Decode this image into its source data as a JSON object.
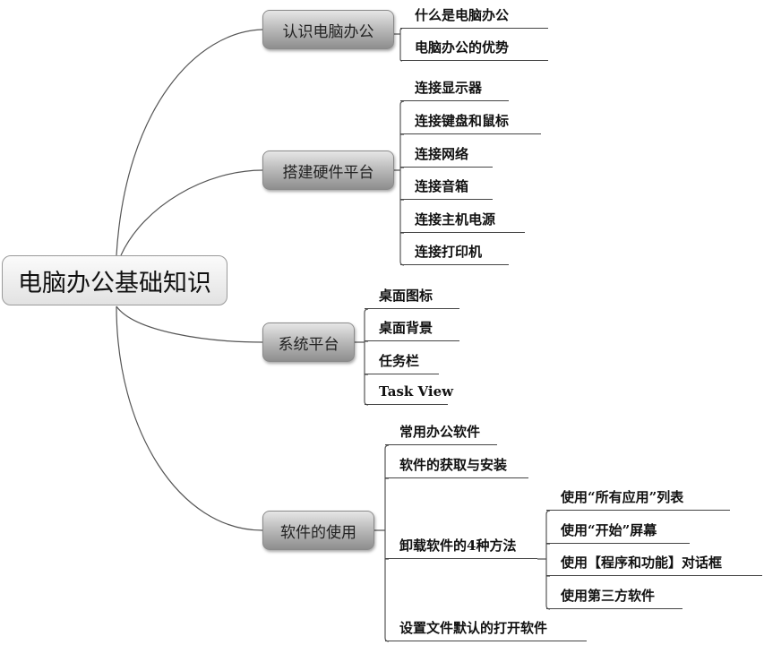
{
  "root": "电脑办公基础知识",
  "branches": [
    {
      "label": "认识电脑办公",
      "children": [
        "什么是电脑办公",
        "电脑办公的优势"
      ]
    },
    {
      "label": "搭建硬件平台",
      "children": [
        "连接显示器",
        "连接键盘和鼠标",
        "连接网络",
        "连接音箱",
        "连接主机电源",
        "连接打印机"
      ]
    },
    {
      "label": "系统平台",
      "children": [
        "桌面图标",
        "桌面背景",
        "任务栏",
        "Task View"
      ]
    },
    {
      "label": "软件的使用",
      "children": [
        "常用办公软件",
        "软件的获取与安装",
        "卸载软件的4种方法",
        "设置文件默认的打开软件"
      ],
      "sub": [
        "使用“所有应用”列表",
        "使用“开始”屏幕",
        "使用【程序和功能】对话框",
        "使用第三方软件"
      ]
    }
  ]
}
